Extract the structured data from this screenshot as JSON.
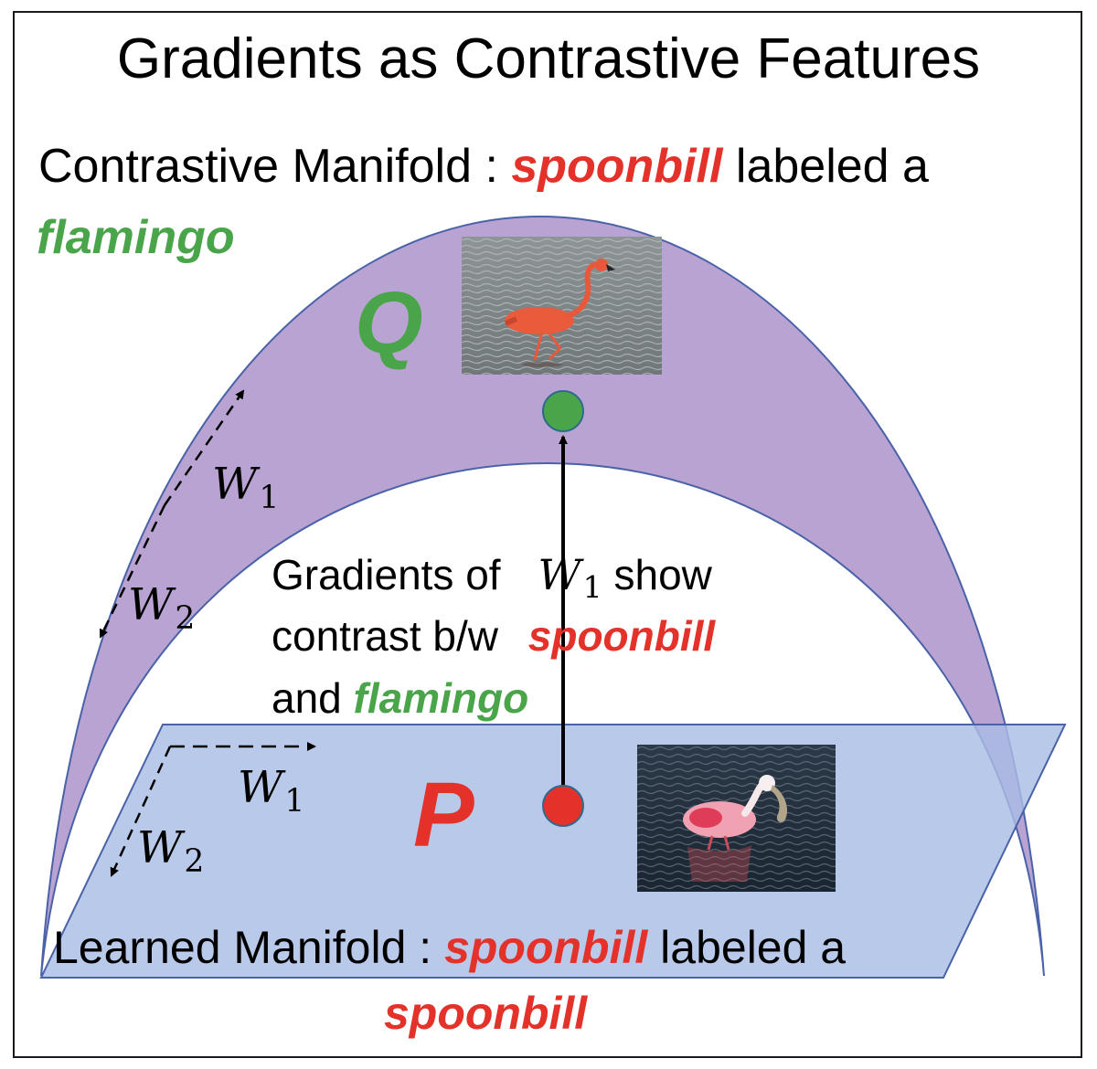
{
  "title": "Gradients as Contrastive Features",
  "contrastive": {
    "prefix": "Contrastive Manifold : ",
    "word1": "spoonbill",
    "mid": " labeled a",
    "word2": "flamingo",
    "point_label": "Q"
  },
  "learned": {
    "prefix": "Learned Manifold : ",
    "word1": "spoonbill",
    "mid": " labeled a",
    "word2": "spoonbill",
    "point_label": "P"
  },
  "axes": {
    "w": "W",
    "sub": "1",
    "w2": "W",
    "sub2": "2"
  },
  "gradient_text": {
    "line1a": "Gradients of ",
    "line1w": "W",
    "line1sub": "1",
    "line1b": " show",
    "line2a": "contrast b/w ",
    "line2b": "spoonbill",
    "line3a": "and ",
    "line3b": "flamingo"
  },
  "colors": {
    "red": "#e4322b",
    "green": "#4aa54a",
    "manifold_purple": "#b9a3d3",
    "plane_blue": "#b4c6e6",
    "outline_blue": "#4a62a8"
  }
}
